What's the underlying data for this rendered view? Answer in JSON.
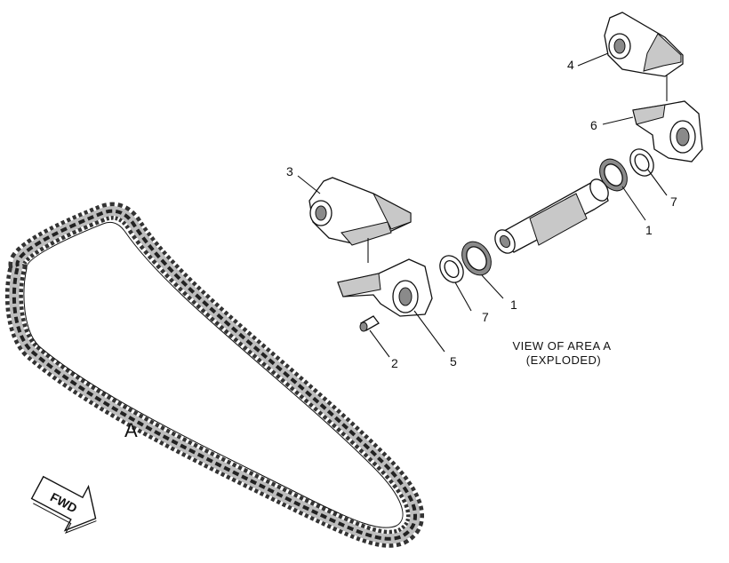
{
  "callouts": {
    "c1a": "1",
    "c1b": "1",
    "c2": "2",
    "c3": "3",
    "c4": "4",
    "c5": "5",
    "c6": "6",
    "c7a": "7",
    "c7b": "7"
  },
  "area_label": "A",
  "caption": {
    "line1": "VIEW OF AREA  A",
    "line2": "(EXPLODED)"
  },
  "fwd_label": "FWD"
}
